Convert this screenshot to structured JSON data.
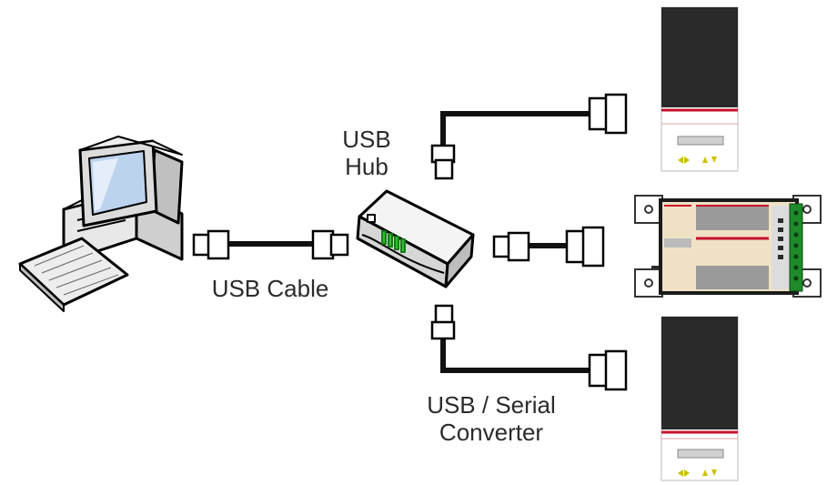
{
  "labels": {
    "usb_hub_line1": "USB",
    "usb_hub_line2": "Hub",
    "usb_cable": "USB Cable",
    "converter_line1": "USB / Serial",
    "converter_line2": "Converter"
  },
  "icons": {
    "computer": "desktop-computer-icon",
    "hub": "usb-hub-icon",
    "controller": "controller-board-icon",
    "device": "panel-device-icon",
    "plug_a": "usb-a-plug-icon",
    "plug_b": "usb-b-plug-icon"
  },
  "colors": {
    "cable": "#111111",
    "outline": "#000000",
    "device_dark": "#2a2a2a",
    "device_stripe": "#c8102e",
    "indicator": "#c8c000",
    "hub_led": "#2fbf2f",
    "board_bg": "#efe2c4",
    "board_terminal": "#1e8a2a"
  }
}
